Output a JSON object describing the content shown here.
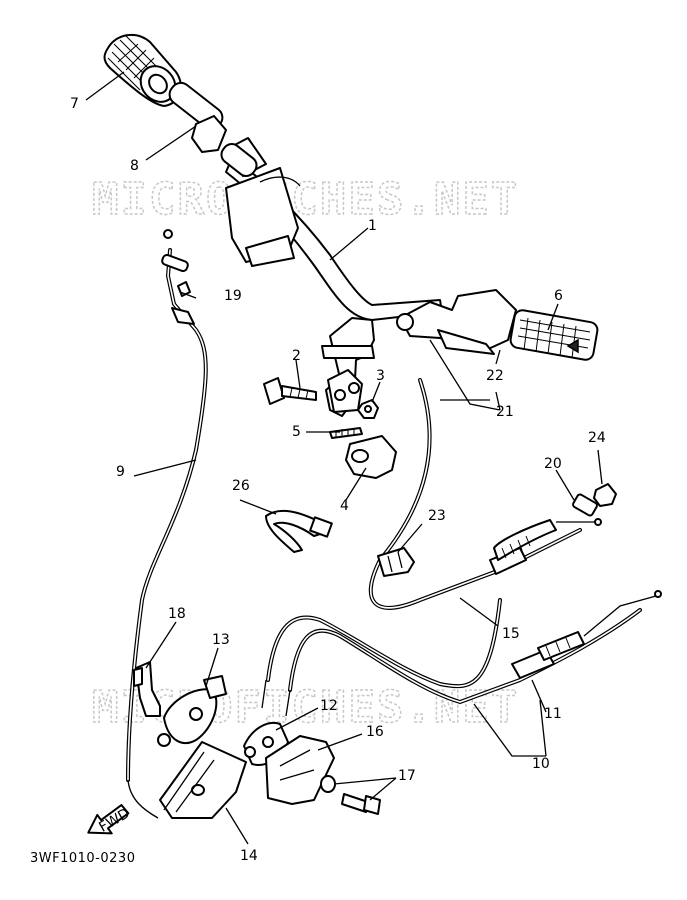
{
  "watermarks": [
    "MICROFICHES.NET",
    "MICROFICHES.NET"
  ],
  "diagram_code": "3WF1010-0230",
  "fwd_label": "FWD",
  "callouts": {
    "c1": "1",
    "c2": "2",
    "c3": "3",
    "c4": "4",
    "c5": "5",
    "c6": "6",
    "c7": "7",
    "c8": "8",
    "c9": "9",
    "c10": "10",
    "c11": "11",
    "c12": "12",
    "c13": "13",
    "c14": "14",
    "c15": "15",
    "c16": "16",
    "c17": "17",
    "c18": "18",
    "c19": "19",
    "c20": "20",
    "c21": "21",
    "c22": "22",
    "c23": "23",
    "c24": "24",
    "c26": "26"
  }
}
